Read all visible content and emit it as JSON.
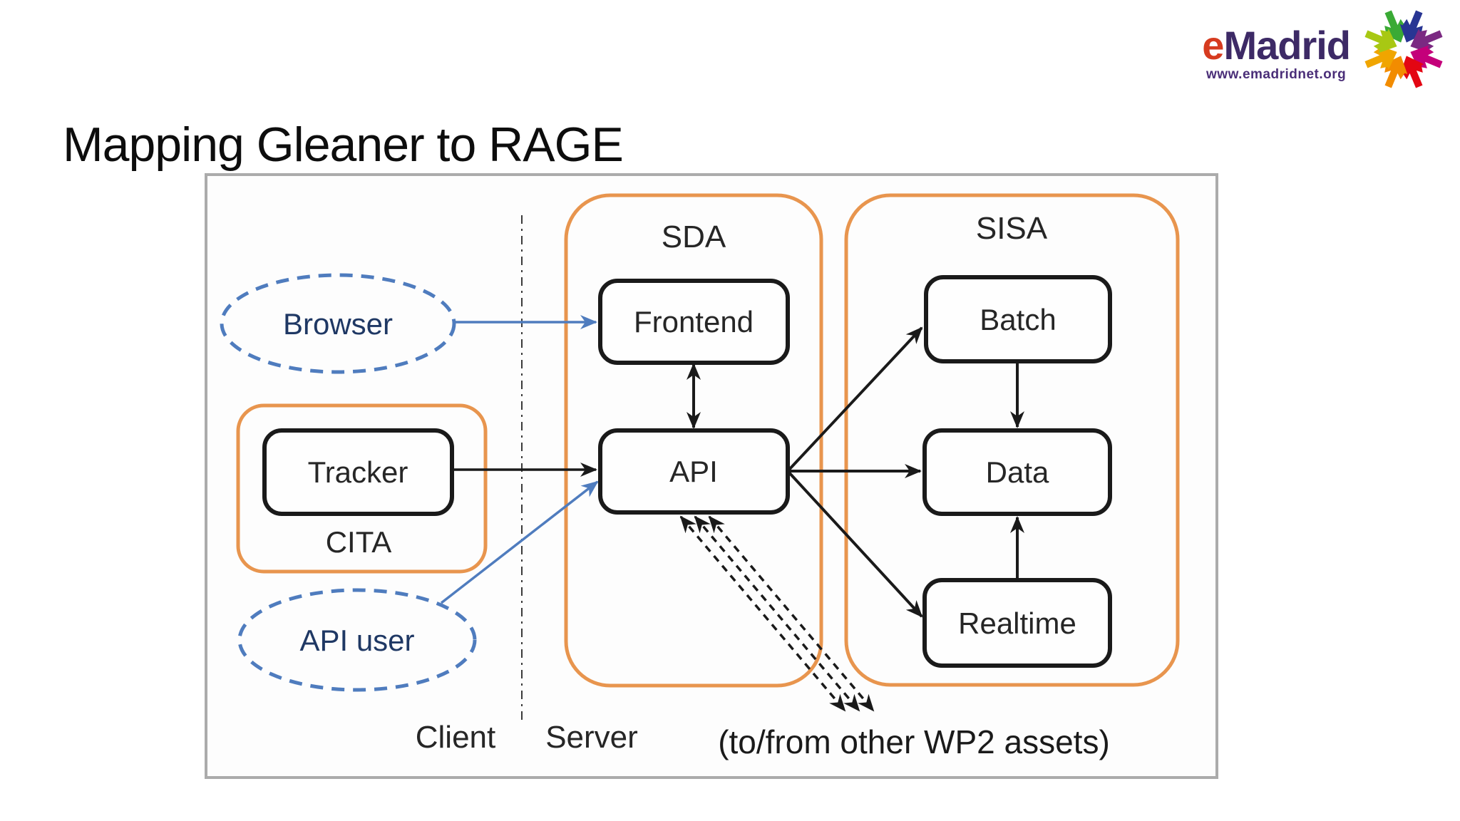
{
  "logo": {
    "brand_first_letter": "e",
    "brand_rest": "Madrid",
    "url": "www.emadridnet.org",
    "burst_icon": "emadrid-starburst-icon",
    "burst_colors": [
      "#3aaa35",
      "#283593",
      "#7b2982",
      "#c4007a",
      "#e30613",
      "#f28c00",
      "#f0a500",
      "#a8c813"
    ]
  },
  "title": "Mapping Gleaner to RAGE",
  "diagram": {
    "zones": {
      "client_label": "Client",
      "server_label": "Server"
    },
    "actors": {
      "browser": "Browser",
      "api_user": "API user"
    },
    "containers": {
      "cita": "CITA",
      "sda": "SDA",
      "sisa": "SISA"
    },
    "nodes": {
      "tracker": "Tracker",
      "frontend": "Frontend",
      "api": "API",
      "batch": "Batch",
      "data": "Data",
      "realtime": "Realtime"
    },
    "annotation": "(to/from other WP2 assets)",
    "edges": [
      "Browser -> Frontend (blue)",
      "API user -> API (blue)",
      "Tracker -> API (black)",
      "Frontend <-> API (black double)",
      "API -> Batch (black)",
      "API -> Data (black)",
      "API -> Realtime (black)",
      "Batch -> Data (black)",
      "Realtime -> Data (black)",
      "API <--> other WP2 assets (triple dashed double-headed)"
    ],
    "colors": {
      "container_orange": "#e8954e",
      "node_border_black": "#1a1a1a",
      "dashed_blue": "#4f7cbe",
      "navy_text": "#1f3864",
      "frame_gray": "#ababab",
      "divider_gray": "#3a3a3a"
    }
  }
}
